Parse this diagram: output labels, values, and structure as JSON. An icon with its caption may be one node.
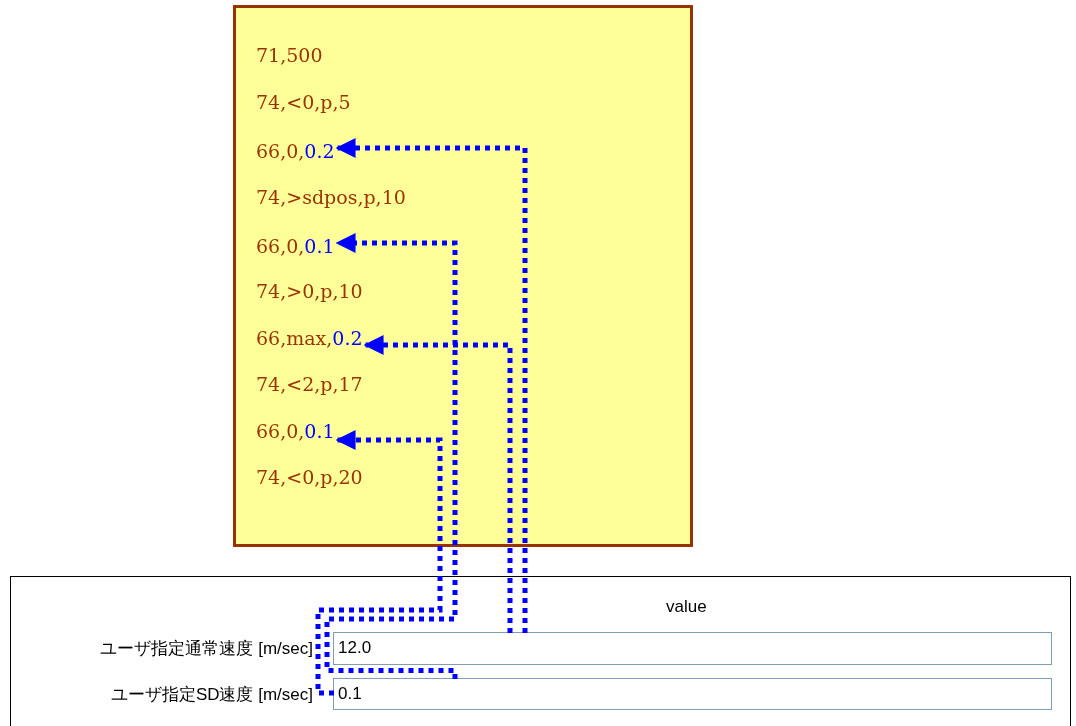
{
  "diagram": {
    "nodes": [
      {
        "text": [],
        "shape": "box"
      },
      {
        "text": [
          "71,500"
        ],
        "in": 0
      },
      {
        "text": [
          "74,<0,p,5"
        ],
        "in": 0
      },
      {
        "text": [
          "66,0,"
        ],
        "in": 0
      },
      {
        "text": [
          "0.2"
        ],
        "in": 0
      },
      {
        "text": [
          "74,>sdpos,p,10"
        ],
        "in": 0
      },
      {
        "text": [
          "66,0,"
        ],
        "in": 0
      },
      {
        "text": [
          "0.1"
        ],
        "in": 0
      },
      {
        "text": [
          "74,>0,p,10"
        ],
        "in": 0
      },
      {
        "text": [
          "66,max,"
        ],
        "in": 0
      },
      {
        "text": [
          "0.2"
        ],
        "in": 0
      },
      {
        "text": [
          "74,<2,p,17"
        ],
        "in": 0
      },
      {
        "text": [
          "66,0,"
        ],
        "in": 0
      },
      {
        "text": [
          "0.1"
        ],
        "in": 0
      },
      {
        "text": [
          "74,<0,p,20"
        ],
        "in": 0
      },
      {
        "text": [],
        "shape": "box"
      },
      {
        "text": [
          "12.0"
        ],
        "beside": [
          "ユーザ指定通常速度 [m/sec]"
        ],
        "in": 15
      },
      {
        "text": [
          "0.1"
        ],
        "beside": [
          "ユーザ指定SD速度 [m/sec]"
        ],
        "in": 15
      }
    ],
    "edges": [
      {
        "from": 16,
        "to": 4,
        "arrow": "to"
      },
      {
        "from": 17,
        "to": 7,
        "arrow": "to"
      },
      {
        "from": 16,
        "to": 10,
        "arrow": "to"
      },
      {
        "from": 17,
        "to": 13,
        "arrow": "to"
      }
    ],
    "labels": [
      "value"
    ]
  }
}
